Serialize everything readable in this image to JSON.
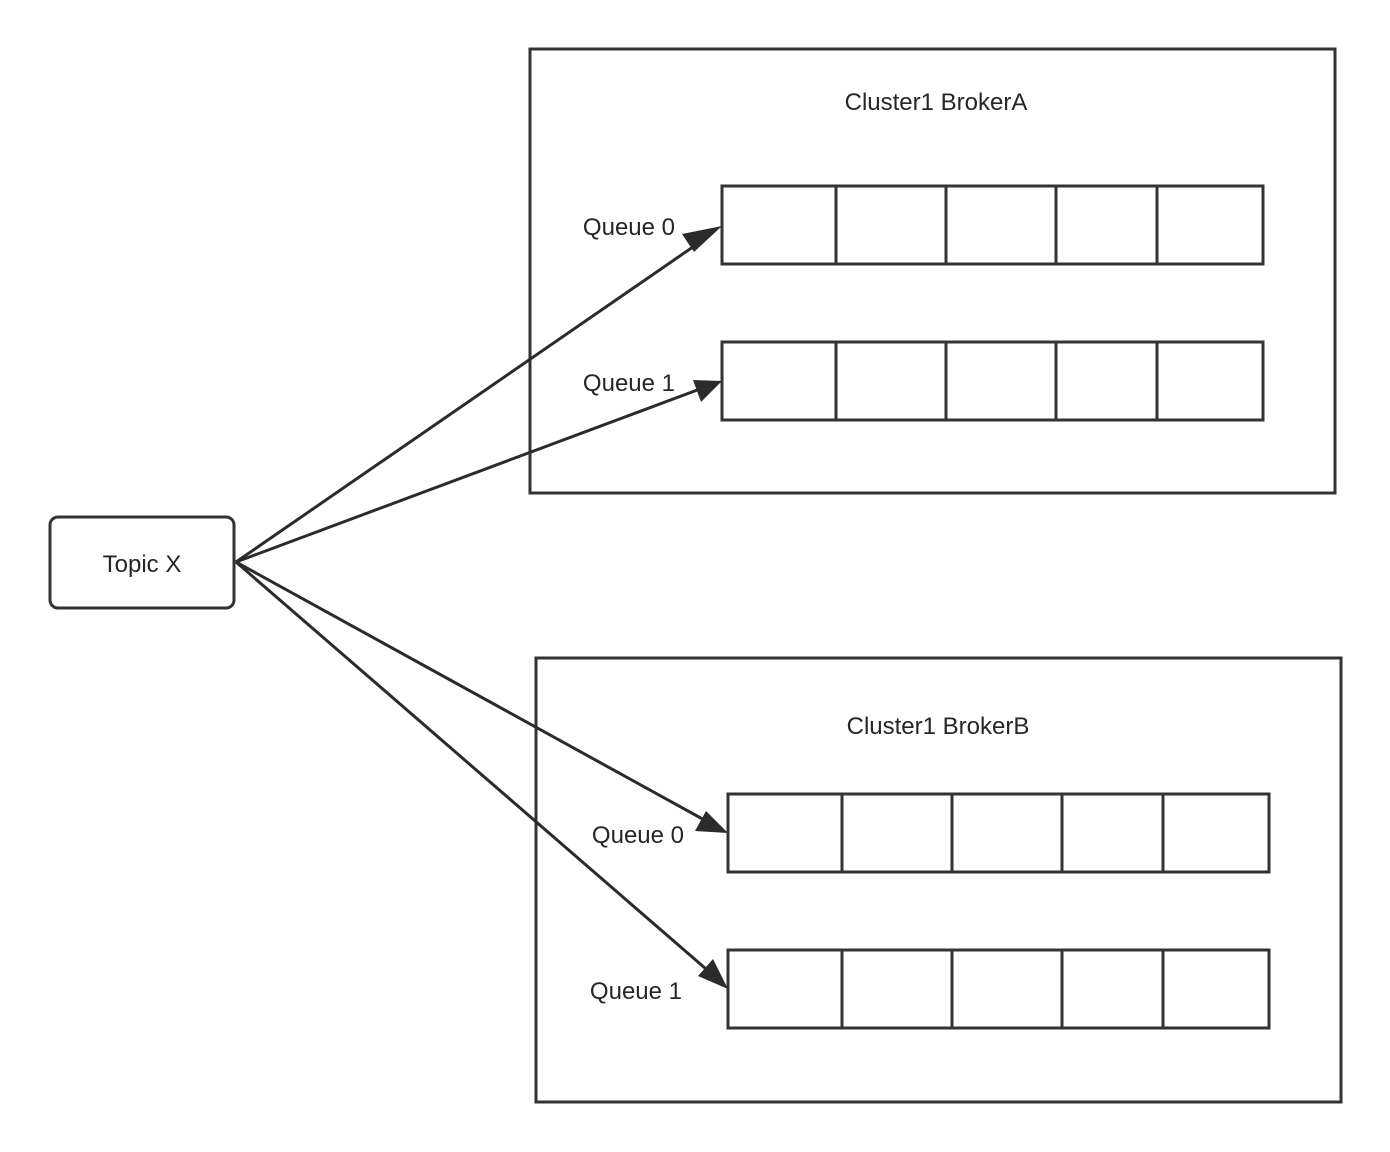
{
  "topic": {
    "label": "Topic X"
  },
  "brokers": [
    {
      "title": "Cluster1 BrokerA",
      "queues": [
        {
          "label": "Queue 0",
          "slots": 5
        },
        {
          "label": "Queue 1",
          "slots": 5
        }
      ]
    },
    {
      "title": "Cluster1 BrokerB",
      "queues": [
        {
          "label": "Queue 0",
          "slots": 5
        },
        {
          "label": "Queue 1",
          "slots": 5
        }
      ]
    }
  ],
  "edges": [
    {
      "from": "topic",
      "to": "brokers.0.queues.0"
    },
    {
      "from": "topic",
      "to": "brokers.0.queues.1"
    },
    {
      "from": "topic",
      "to": "brokers.1.queues.0"
    },
    {
      "from": "topic",
      "to": "brokers.1.queues.1"
    }
  ],
  "colors": {
    "stroke": "#333333",
    "text": "#262626",
    "background": "#ffffff"
  }
}
